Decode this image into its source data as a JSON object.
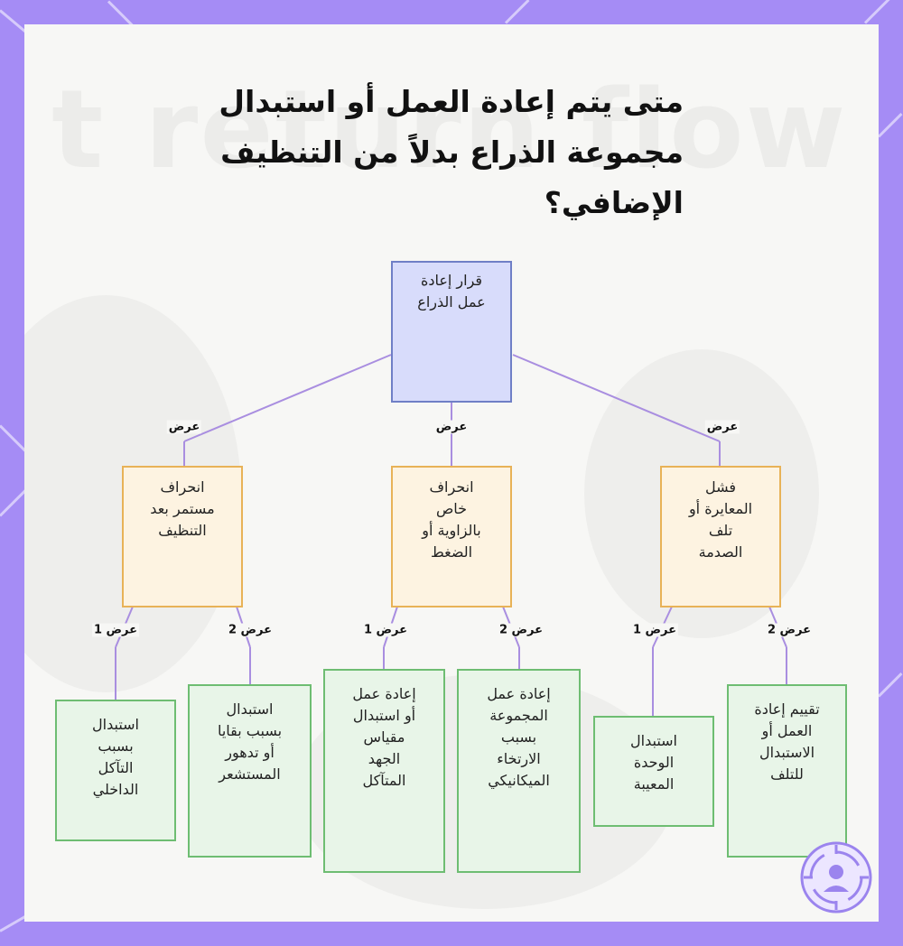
{
  "title": "متى يتم إعادة العمل أو استبدال مجموعة الذراع بدلاً من التنظيف الإضافي؟",
  "background_text": "t return flow to re",
  "colors": {
    "frame": "#a58cf5",
    "card": "#f7f7f5",
    "connector": "#a98ee0",
    "root_fill": "#d8dcfb",
    "root_border": "#6f7fc6",
    "mid_fill": "#fdf3e1",
    "mid_border": "#e8b257",
    "leaf_fill": "#e8f5e8",
    "leaf_border": "#6ebd72"
  },
  "diagram": {
    "root": {
      "label": "قرار إعادة\nعمل الذراع"
    },
    "mid": [
      {
        "label": "انحراف\nمستمر بعد\nالتنظيف",
        "edge_label": "عرض"
      },
      {
        "label": "انحراف\nخاص\nبالزاوية أو\nالضغط",
        "edge_label": "عرض"
      },
      {
        "label": "فشل\nالمعايرة أو\nتلف\nالصدمة",
        "edge_label": "عرض"
      }
    ],
    "leaves": [
      {
        "label": "استبدال\nبسبب\nالتآكل\nالداخلي",
        "edge_label": "عرض 1"
      },
      {
        "label": "استبدال\nبسبب بقايا\nأو تدهور\nالمستشعر",
        "edge_label": "عرض 2"
      },
      {
        "label": "إعادة عمل\nأو استبدال\nمقياس\nالجهد\nالمتآكل",
        "edge_label": "عرض 1"
      },
      {
        "label": "إعادة عمل\nالمجموعة\nبسبب\nالارتخاء\nالميكانيكي",
        "edge_label": "عرض 2"
      },
      {
        "label": "استبدال\nالوحدة\nالمعيبة",
        "edge_label": "عرض 1"
      },
      {
        "label": "تقييم إعادة\nالعمل أو\nالاستبدال\nللتلف",
        "edge_label": "عرض 2"
      }
    ]
  },
  "logo": {
    "icon": "target-person-icon"
  }
}
